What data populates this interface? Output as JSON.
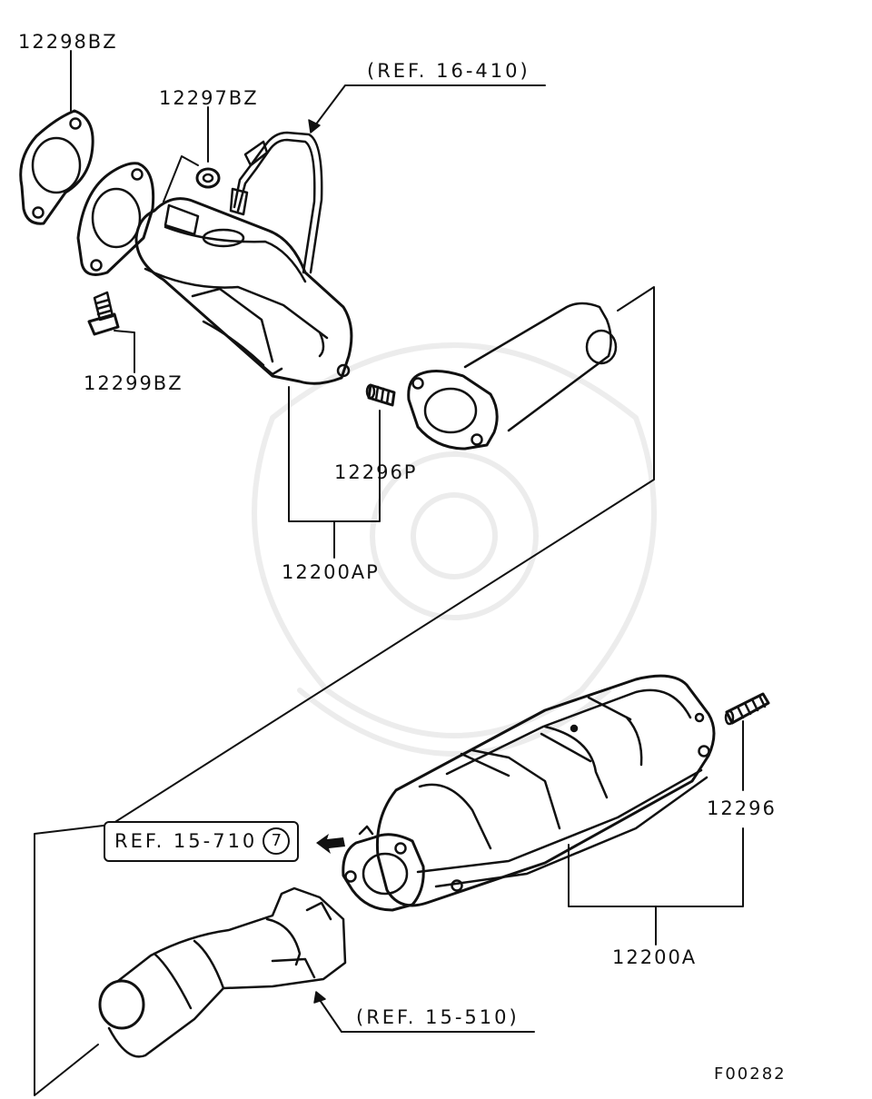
{
  "diagram": {
    "drawing_code": "F00282",
    "parts": [
      {
        "key": "gasket_front",
        "label": "12298BZ"
      },
      {
        "key": "nut",
        "label": "12297BZ"
      },
      {
        "key": "bolt",
        "label": "12299BZ"
      },
      {
        "key": "stud_front",
        "label": "12296P"
      },
      {
        "key": "converter_front",
        "label": "12200AP"
      },
      {
        "key": "stud_rear",
        "label": "12296"
      },
      {
        "key": "converter_rear",
        "label": "12200A"
      }
    ],
    "references": {
      "oxygen_sensor": "(REF. 16-410)",
      "pipe_section": "REF. 15-710",
      "pipe_section_circle": "7",
      "front_pipe": "(REF. 15-510)"
    }
  }
}
